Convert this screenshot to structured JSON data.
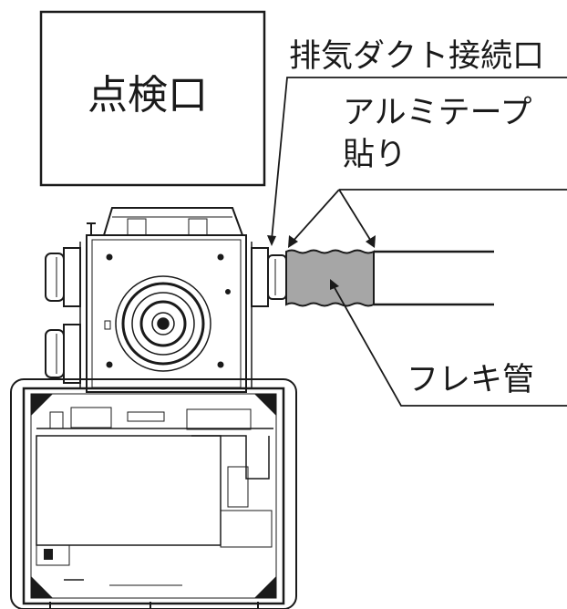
{
  "labels": {
    "inspection_port": "点検口",
    "exhaust_duct_port": "排気ダクト接続口",
    "aluminum_tape_line1": "アルミテープ",
    "aluminum_tape_line2": "貼り",
    "flexible_pipe": "フレキ管"
  },
  "colors": {
    "line": "#1a1a1a",
    "flex_pipe_fill": "#a6a6a6",
    "background": "#ffffff"
  }
}
